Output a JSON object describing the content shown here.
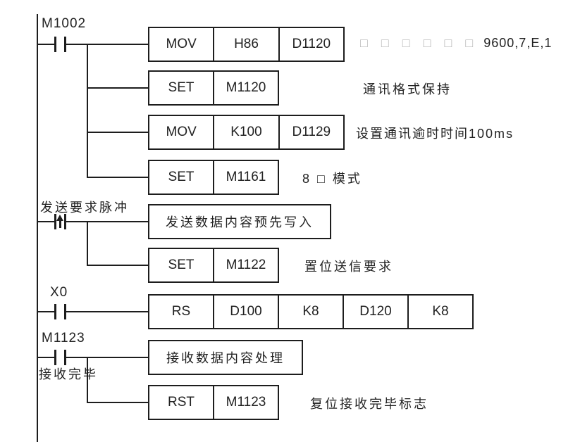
{
  "diagram": {
    "kind": "plc-ladder-diagram",
    "rungs": {
      "r1": {
        "contact_label": "M1002",
        "cells": [
          "MOV",
          "H86",
          "D1120"
        ],
        "comment_boxes": "□ □ □ □ □ □",
        "comment": "9600,7,E,1"
      },
      "r2": {
        "cells": [
          "SET",
          "M1120"
        ],
        "comment": "通讯格式保持"
      },
      "r3": {
        "cells": [
          "MOV",
          "K100",
          "D1129"
        ],
        "comment": "设置通讯逾时时间100ms"
      },
      "r4": {
        "cells": [
          "SET",
          "M1161"
        ],
        "comment": "8 □ 模式"
      },
      "r5": {
        "contact_label": "发送要求脉冲",
        "box_text": "发送数据内容预先写入"
      },
      "r6": {
        "cells": [
          "SET",
          "M1122"
        ],
        "comment": "置位送信要求"
      },
      "r7": {
        "contact_label": "X0",
        "cells": [
          "RS",
          "D100",
          "K8",
          "D120",
          "K8"
        ]
      },
      "r8": {
        "contact_label": "M1123",
        "contact_sublabel": "接收完毕",
        "box_text": "接收数据内容处理"
      },
      "r9": {
        "cells": [
          "RST",
          "M1123"
        ],
        "comment": "复位接收完毕标志"
      }
    },
    "colors": {
      "line": "#1d1d1d",
      "text": "#222222",
      "placeholder_box": "#b3b3b3",
      "background": "#ffffff"
    }
  }
}
